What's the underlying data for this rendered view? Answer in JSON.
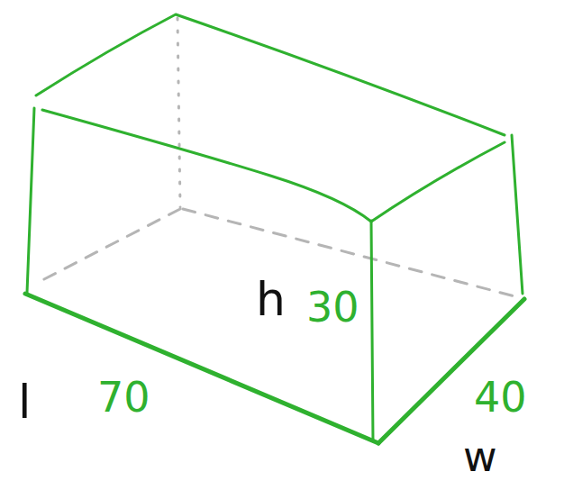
{
  "diagram": {
    "labels": [
      "h",
      "30",
      "l",
      "70",
      "40",
      "w"
    ]
  }
}
